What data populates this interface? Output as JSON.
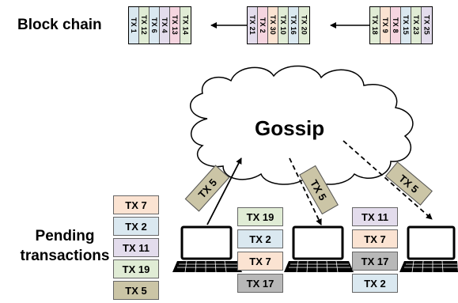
{
  "headings": {
    "block_chain": "Block chain",
    "pending_line1": "Pending",
    "pending_line2": "transactions"
  },
  "gossip": "Gossip",
  "colors": {
    "blue": "#dae8f0",
    "pink": "#f5d5e0",
    "green": "#e0ecd5",
    "orange": "#fbe3d2",
    "purple": "#e3dcec",
    "gray": "#b8b8b8",
    "khaki": "#cbc5a6"
  },
  "blocks": [
    {
      "txs": [
        {
          "label": "TX 1",
          "color": "#dae8f0"
        },
        {
          "label": "TX 12",
          "color": "#e0ecd5"
        },
        {
          "label": "TX 6",
          "color": "#dae8f0"
        },
        {
          "label": "TX 4",
          "color": "#e3dcec"
        },
        {
          "label": "TX 13",
          "color": "#f5d5e0"
        },
        {
          "label": "TX 14",
          "color": "#e0ecd5"
        }
      ]
    },
    {
      "txs": [
        {
          "label": "TX 21",
          "color": "#e3dcec"
        },
        {
          "label": "TX 2",
          "color": "#f5d5e0"
        },
        {
          "label": "TX 30",
          "color": "#fbe3d2"
        },
        {
          "label": "TX 10",
          "color": "#e0ecd5"
        },
        {
          "label": "TX 16",
          "color": "#dae8f0"
        },
        {
          "label": "TX 20",
          "color": "#e0ecd5"
        }
      ]
    },
    {
      "txs": [
        {
          "label": "TX 18",
          "color": "#e0ecd5"
        },
        {
          "label": "TX 9",
          "color": "#fbe3d2"
        },
        {
          "label": "TX 8",
          "color": "#f5d5e0"
        },
        {
          "label": "TX 15",
          "color": "#dae8f0"
        },
        {
          "label": "TX 23",
          "color": "#e0ecd5"
        },
        {
          "label": "TX 25",
          "color": "#e3dcec"
        }
      ]
    }
  ],
  "pending": [
    [
      {
        "label": "TX 7",
        "color": "#fbe3d2"
      },
      {
        "label": "TX 2",
        "color": "#dae8f0"
      },
      {
        "label": "TX 11",
        "color": "#e3dcec"
      },
      {
        "label": "TX 19",
        "color": "#e0ecd5"
      },
      {
        "label": "TX 5",
        "color": "#cbc5a6"
      }
    ],
    [
      {
        "label": "TX 19",
        "color": "#e0ecd5"
      },
      {
        "label": "TX 2",
        "color": "#dae8f0"
      },
      {
        "label": "TX 7",
        "color": "#fbe3d2"
      },
      {
        "label": "TX 17",
        "color": "#b8b8b8"
      }
    ],
    [
      {
        "label": "TX 11",
        "color": "#e3dcec"
      },
      {
        "label": "TX 7",
        "color": "#fbe3d2"
      },
      {
        "label": "TX 17",
        "color": "#b8b8b8"
      },
      {
        "label": "TX 2",
        "color": "#dae8f0"
      }
    ]
  ],
  "gossip_messages": [
    {
      "label": "TX 5",
      "direction": "outgoing"
    },
    {
      "label": "TX 5",
      "direction": "incoming"
    },
    {
      "label": "TX 5",
      "direction": "incoming"
    }
  ]
}
